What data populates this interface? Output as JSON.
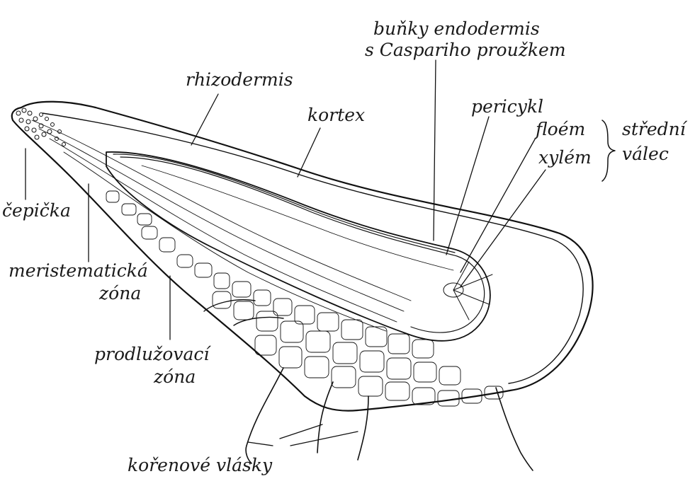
{
  "diagram": {
    "labels": {
      "bunky_line1": "buňky endodermis",
      "bunky_line2": "s Caspariho proužkem",
      "rhizodermis": "rhizodermis",
      "kortex": "kortex",
      "pericykl": "pericykl",
      "floem": "floém",
      "xylem": "xylém",
      "stredni_line1": "střední",
      "stredni_line2": "válec",
      "cepicka": "čepička",
      "meristem_line1": "meristematická",
      "meristem_line2": "zóna",
      "prodluz_line1": "prodlužovací",
      "prodluz_line2": "zóna",
      "vlasky": "kořenové vlásky"
    }
  }
}
